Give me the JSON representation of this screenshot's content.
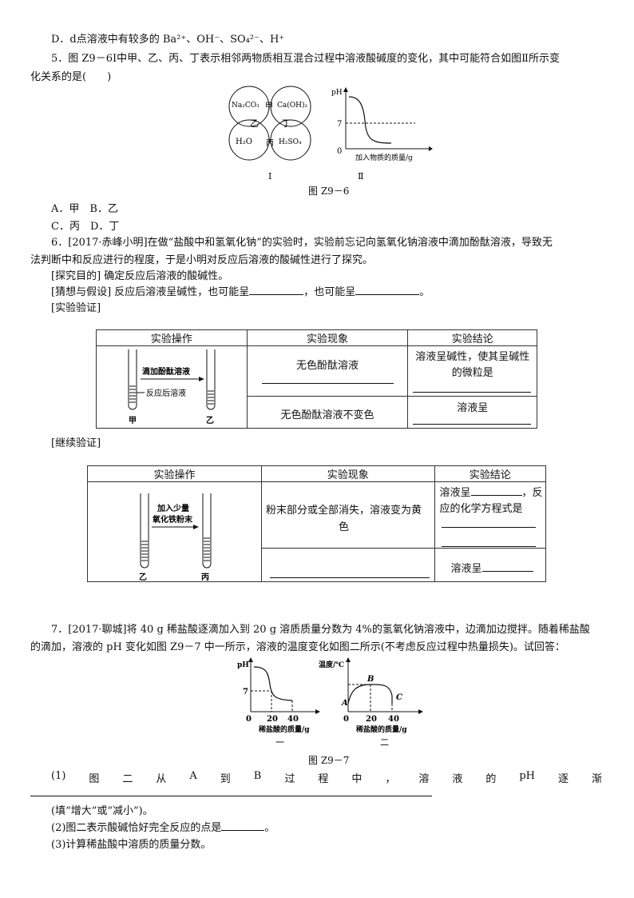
{
  "q4_option_d": "D．d点溶液中有较多的 Ba²⁺、OH⁻、SO₄²⁻、H⁺",
  "q5": {
    "stem_line1": "5．图 Z9－6Ⅰ中甲、乙、丙、丁表示相邻两物质相互混合过程中溶液酸碱度的变化，其中可能符合如图Ⅱ所示变",
    "stem_line2": "化关系的是(　　)",
    "fig1_labels": {
      "na2co3": "Na₂CO₃",
      "caoh2": "Ca(OH)₂",
      "jia": "甲",
      "yi": "乙",
      "ding": "丁",
      "h2o": "H₂O",
      "bing": "丙",
      "h2so4": "H₂SO₄",
      "roman": "Ⅰ"
    },
    "fig2_labels": {
      "ph": "pH",
      "seven": "7",
      "zero": "0",
      "xlabel": "加入物质的质量/g",
      "roman": "Ⅱ"
    },
    "caption": "图 Z9－6",
    "option_ab": "A．甲　B．乙",
    "option_cd": "C．丙　D．丁"
  },
  "q6": {
    "stem_line1": "6．[2017·赤峰小明]在做“盐酸中和氢氧化钠”的实验时，实验前忘记向氢氧化钠溶液中滴加酚酞溶液，导致无",
    "stem_line2": "法判断中和反应进行的程度，于是小明对反应后溶液的酸碱性进行了探究。",
    "purpose": "[探究目的] 确定反应后溶液的酸碱性。",
    "hypothesis_prefix": "[猜想与假设] 反应后溶液呈碱性，也可能呈",
    "hypothesis_mid": "，也可能呈",
    "hypothesis_end": "。",
    "verify_title": "[实验验证]",
    "table1": {
      "headers": [
        "实验操作",
        "实验现象",
        "实验结论"
      ],
      "tube_label_top": "滴加酚酞溶液",
      "tube_label_bottom": "反应后溶液",
      "tube_a": "甲",
      "tube_b": "乙",
      "row1_phenomenon": "无色酚酞溶液",
      "row1_conclusion_line1": "溶液呈碱性，使其呈碱性",
      "row1_conclusion_line2": "的微粒是",
      "row2_phenomenon": "无色酚酞溶液不变色",
      "row2_conclusion": "溶液呈"
    },
    "continue_title": "[继续验证]",
    "table2": {
      "headers": [
        "实验操作",
        "实验现象",
        "实验结论"
      ],
      "tube_label_line1": "加入少量",
      "tube_label_line2": "氧化铁粉末",
      "tube_a": "乙",
      "tube_b": "丙",
      "row1_phenomenon_line1": "粉末部分或全部消失，溶液变为黄",
      "row1_phenomenon_line2": "色",
      "row1_conclusion_line1a": "溶液呈",
      "row1_conclusion_line1b": "，反",
      "row1_conclusion_line2": "应的化学方程式是",
      "row2_conclusion": "溶液呈"
    }
  },
  "q7": {
    "stem_line1": "7．[2017·聊城]将 40 g 稀盐酸逐滴加入到 20 g 溶质质量分数为 4%的氢氧化钠溶液中，边滴加边搅拌。随着稀盐酸",
    "stem_line2": "的滴加，溶液的 pH 变化如图 Z9－7 中一所示，溶液的温度变化如图二所示(不考虑反应过程中热量损失)。试回答：",
    "fig1": {
      "ylabel": "pH",
      "seven": "7",
      "zero": "0",
      "t20": "20",
      "t40": "40",
      "xlabel": "稀盐酸的质量/g",
      "num": "一"
    },
    "fig2": {
      "ylabel": "温度/℃",
      "a": "A",
      "b": "B",
      "c": "C",
      "zero": "0",
      "t20": "20",
      "t40": "40",
      "xlabel": "稀盐酸的质量/g",
      "num": "二"
    },
    "caption": "图 Z9－7",
    "sub1_chars": [
      "(1)",
      "图",
      "二",
      "从",
      "A",
      "到",
      "B",
      "过",
      "程",
      "中",
      "，",
      "溶",
      "液",
      "的",
      "pH",
      "逐",
      "渐"
    ],
    "sub1_tail": "(填“增大”或“减小”)。",
    "sub2_prefix": "(2)图二表示酸碱恰好完全反应的点是",
    "sub2_end": "。",
    "sub3": "(3)计算稀盐酸中溶质的质量分数。"
  }
}
